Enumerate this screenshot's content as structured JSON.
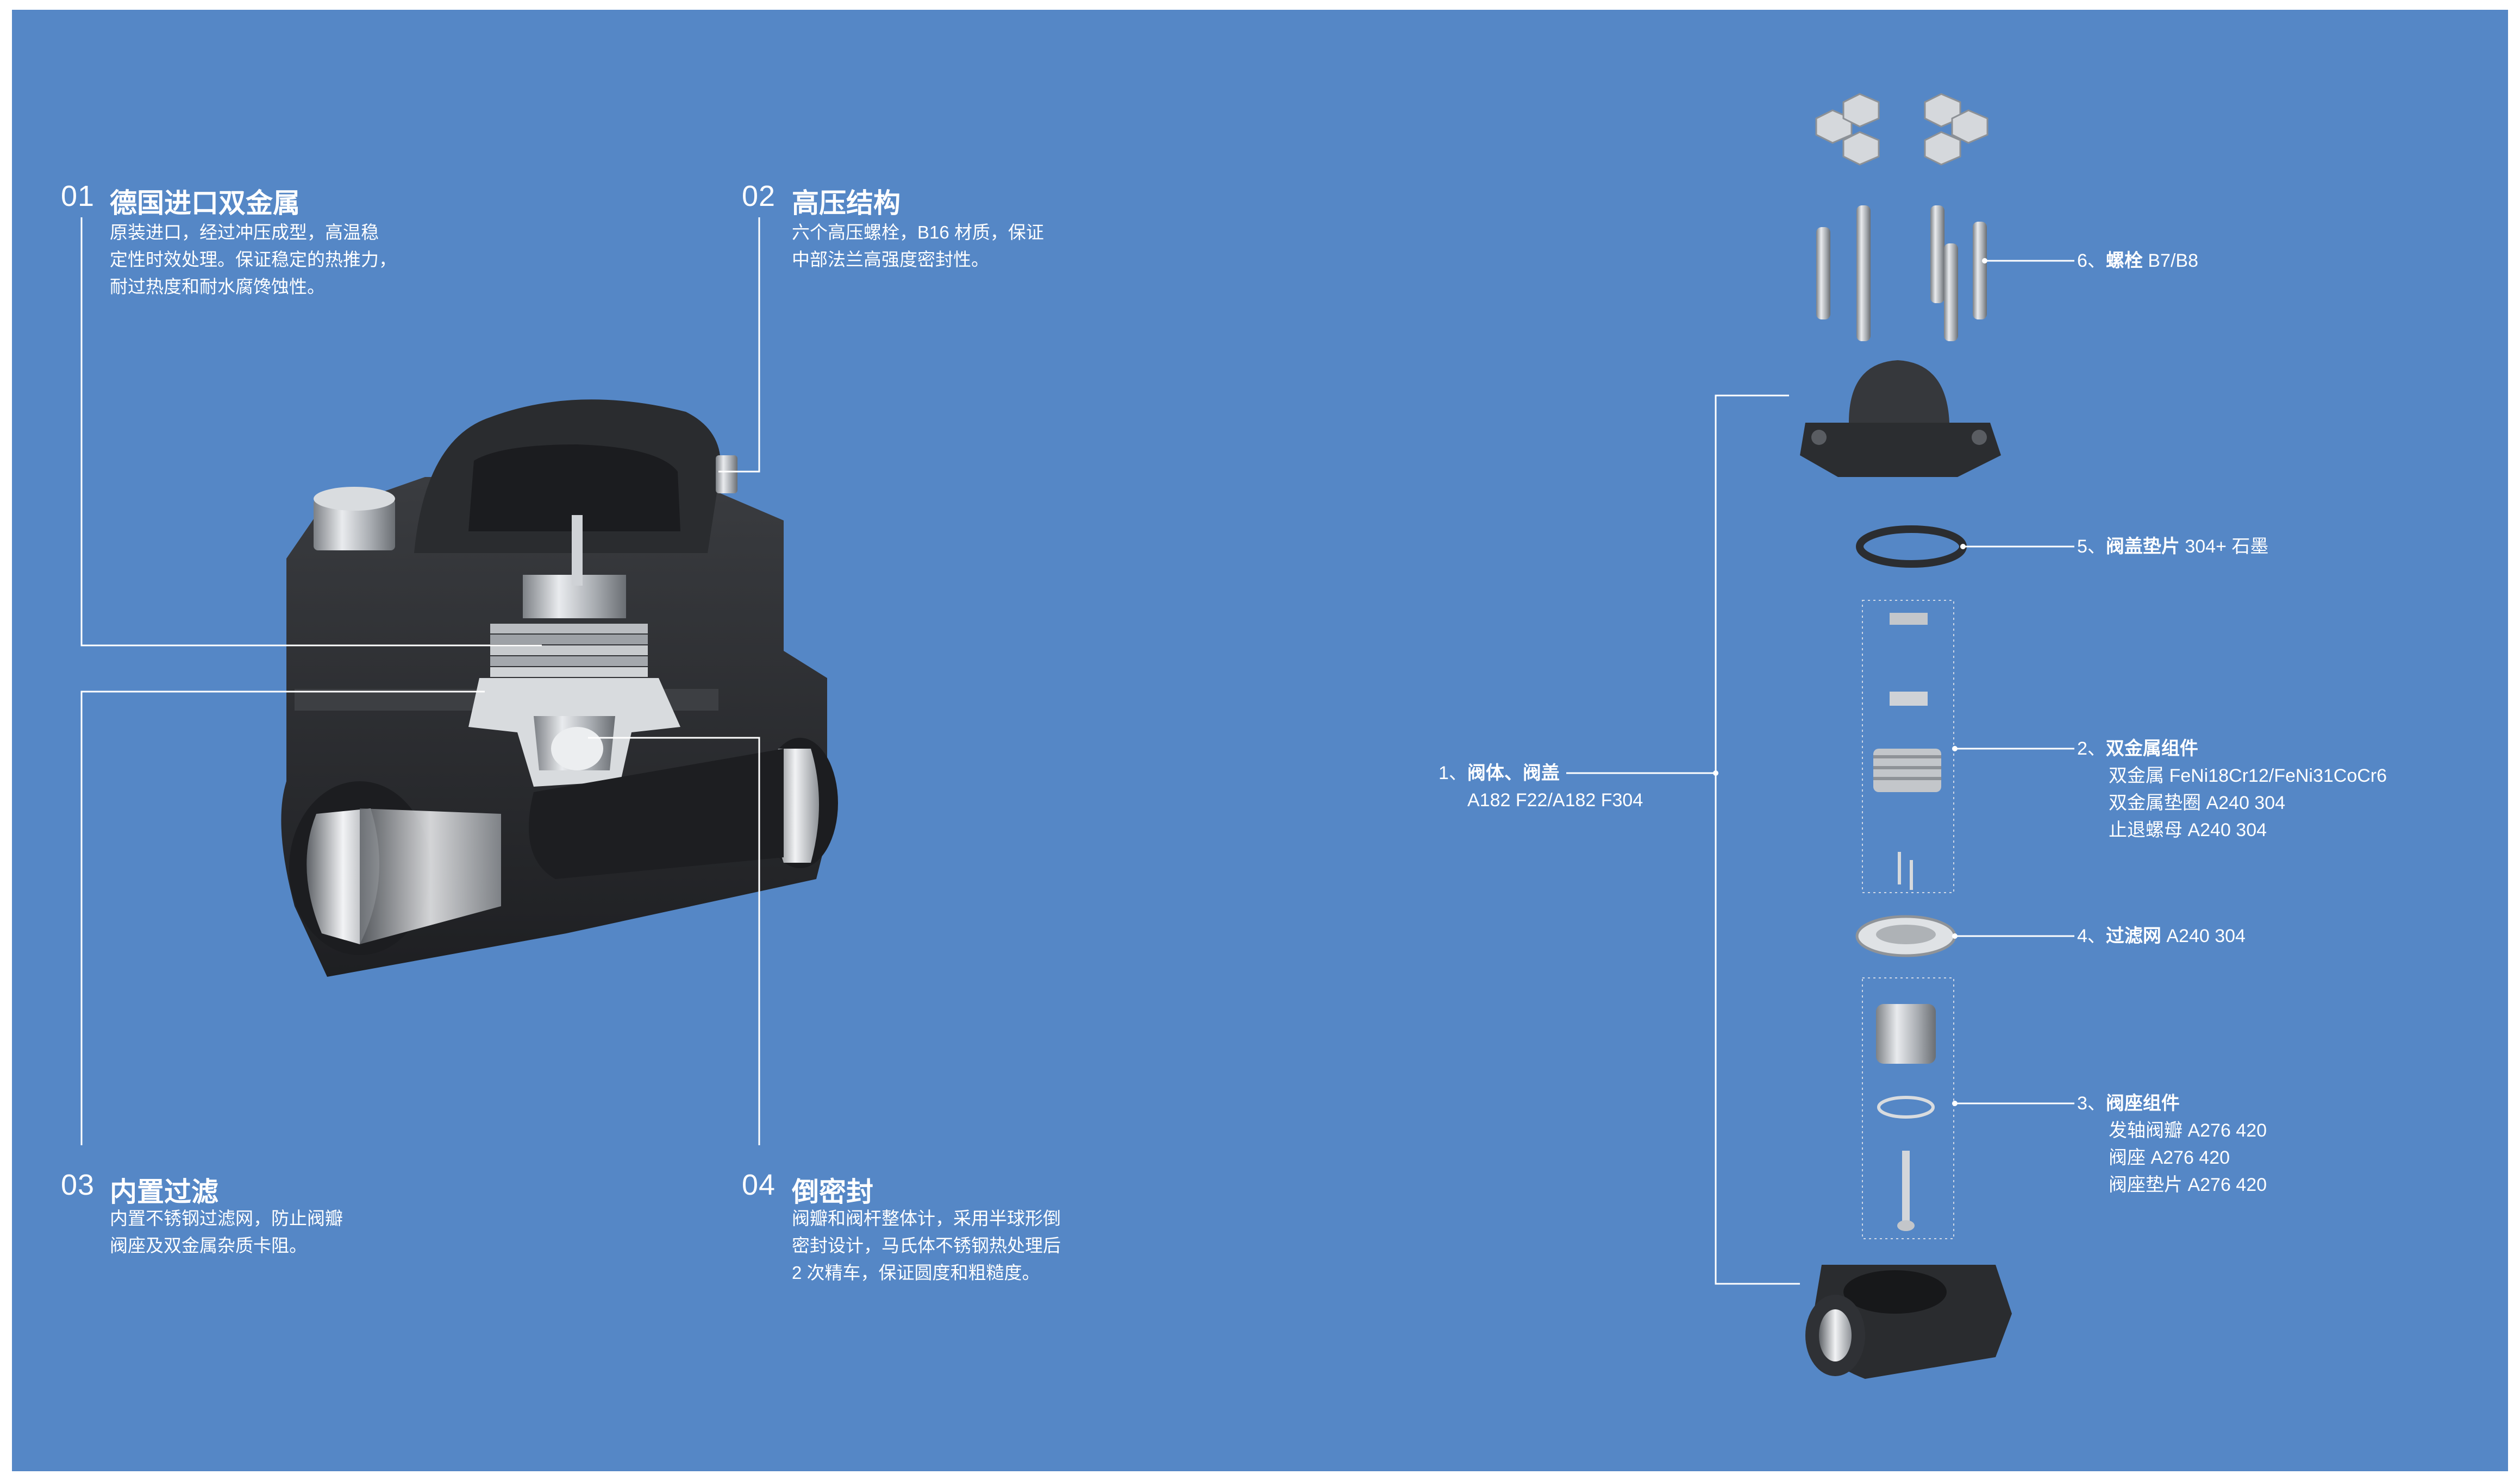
{
  "features": [
    {
      "num": "01",
      "title": "德国进口双金属",
      "desc": [
        "原装进口，经过冲压成型，高温稳",
        "定性时效处理。保证稳定的热推力，",
        "耐过热度和耐水腐馋蚀性。"
      ]
    },
    {
      "num": "02",
      "title": "高压结构",
      "desc": [
        "六个高压螺栓，B16 材质，保证",
        "中部法兰高强度密封性。"
      ]
    },
    {
      "num": "03",
      "title": "内置过滤",
      "desc": [
        "内置不锈钢过滤网，防止阀瓣",
        "阀座及双金属杂质卡阻。"
      ]
    },
    {
      "num": "04",
      "title": "倒密封",
      "desc": [
        "阀瓣和阀杆整体计，采用半球形倒",
        "密封设计，马氏体不锈钢热处理后",
        "2 次精车，保证圆度和粗糙度。"
      ]
    }
  ],
  "parts": {
    "p6": {
      "idx": "6、",
      "name": "螺栓",
      "spec": " B7/B8"
    },
    "p5": {
      "idx": "5、",
      "name": "阀盖垫片",
      "spec": " 304+ 石墨"
    },
    "p2": {
      "idx": "2、",
      "name": "双金属组件",
      "subs": [
        "双金属 FeNi18Cr12/FeNi31CoCr6",
        "双金属垫圈 A240 304",
        "止退螺母 A240 304"
      ]
    },
    "p4": {
      "idx": "4、",
      "name": "过滤网",
      "spec": " A240 304"
    },
    "p3": {
      "idx": "3、",
      "name": "阀座组件",
      "subs": [
        "发轴阀瓣 A276 420",
        "阀座 A276 420",
        "阀座垫片 A276 420"
      ]
    },
    "p1": {
      "idx": "1、",
      "name": "阀体、阀盖",
      "subs": [
        "A182 F22/A182 F304"
      ]
    }
  },
  "colors": {
    "background": "#5587c6",
    "text": "#ffffff",
    "body_dark": "#2c2e31",
    "metal": "#c9ccd0"
  }
}
